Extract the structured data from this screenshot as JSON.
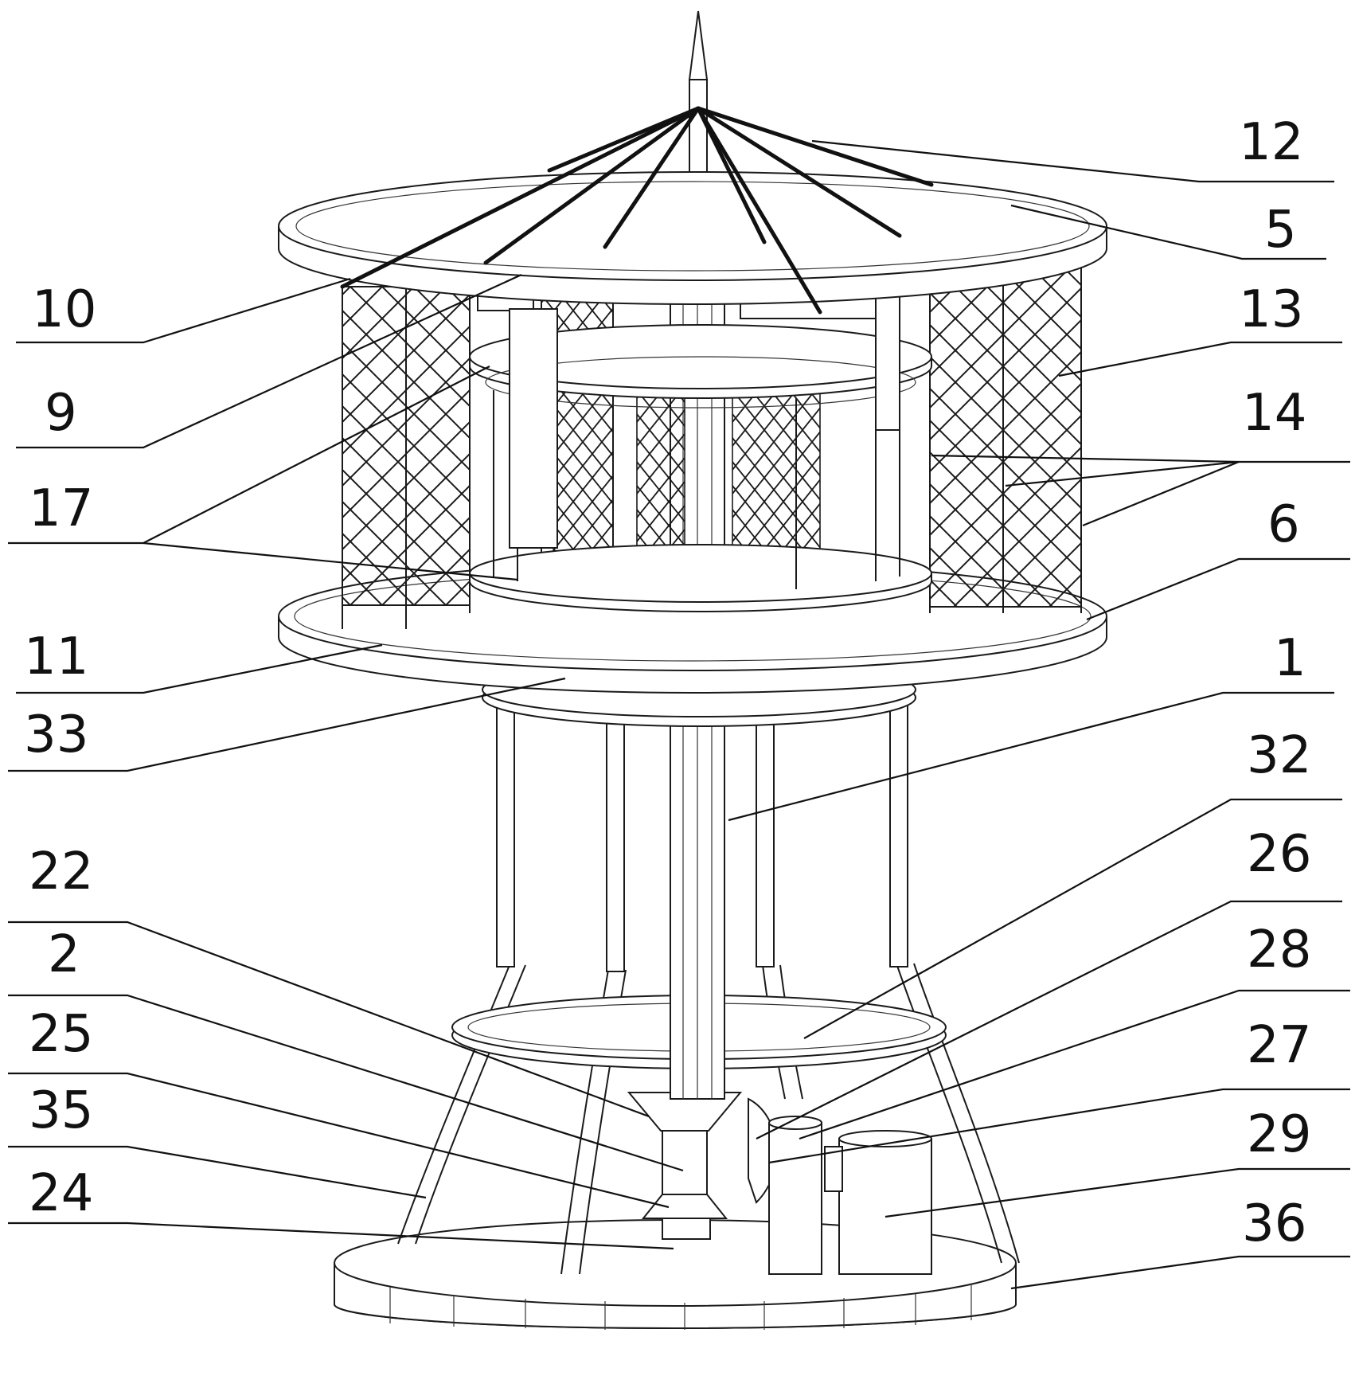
{
  "labels": [
    {
      "id": "12",
      "text": "12"
    },
    {
      "id": "5",
      "text": "5"
    },
    {
      "id": "10",
      "text": "10"
    },
    {
      "id": "13",
      "text": "13"
    },
    {
      "id": "9",
      "text": "9"
    },
    {
      "id": "14",
      "text": "14"
    },
    {
      "id": "17",
      "text": "17"
    },
    {
      "id": "6",
      "text": "6"
    },
    {
      "id": "11",
      "text": "11"
    },
    {
      "id": "1",
      "text": "1"
    },
    {
      "id": "33",
      "text": "33"
    },
    {
      "id": "32",
      "text": "32"
    },
    {
      "id": "22",
      "text": "22"
    },
    {
      "id": "26",
      "text": "26"
    },
    {
      "id": "2",
      "text": "2"
    },
    {
      "id": "28",
      "text": "28"
    },
    {
      "id": "25",
      "text": "25"
    },
    {
      "id": "27",
      "text": "27"
    },
    {
      "id": "35",
      "text": "35"
    },
    {
      "id": "29",
      "text": "29"
    },
    {
      "id": "24",
      "text": "24"
    },
    {
      "id": "36",
      "text": "36"
    }
  ]
}
